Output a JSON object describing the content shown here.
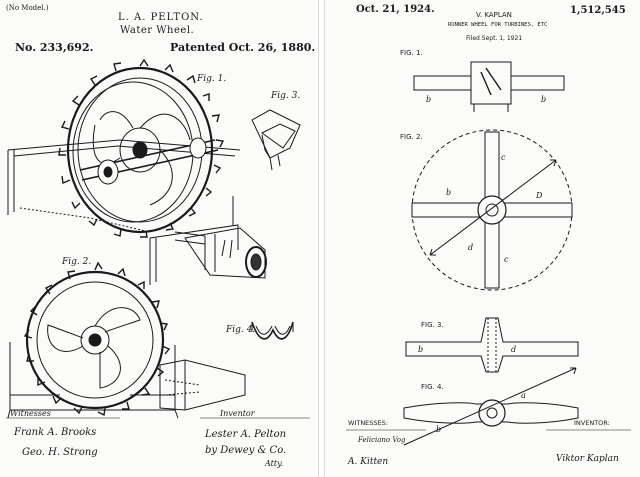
{
  "left_patent": {
    "model_note": "(No Model.)",
    "inventor": "L. A. PELTON.",
    "title": "Water Wheel.",
    "patent_number": "No. 233,692.",
    "patent_date": "Patented Oct. 26, 1880.",
    "fig_labels": [
      "Fig. 1.",
      "Fig. 2.",
      "Fig. 3.",
      "Fig. 4."
    ],
    "witnesses_label": "Witnesses",
    "inventor_label": "Inventor",
    "witness_signatures": [
      "Frank A. Brooks",
      "Geo. H. Strong"
    ],
    "inventor_signature": "Lester A. Pelton",
    "attorney_signature": "by Dewey & Co.",
    "attorney_suffix": "Atty."
  },
  "right_patent": {
    "date": "Oct. 21, 1924.",
    "inventor": "V. KAPLAN",
    "title": "RUNNER WHEEL FOR TURBINES, ETC",
    "filed": "Filed Sept. 1, 1921",
    "patent_number": "1,512,545",
    "fig_labels": [
      "FIG. 1.",
      "FIG. 2.",
      "FIG. 3.",
      "FIG. 4."
    ],
    "witnesses_label": "WITNESSES:",
    "inventor_label": "INVENTOR:",
    "witness_signatures": [
      "Feliciano Vog",
      "A. Kitten"
    ],
    "inventor_signature": "Viktor Kaplan",
    "ref_letters": [
      "b",
      "c",
      "a",
      "D",
      "d"
    ]
  },
  "colors": {
    "ink": "#1a1a1a",
    "paper": "#fbfbf9"
  }
}
